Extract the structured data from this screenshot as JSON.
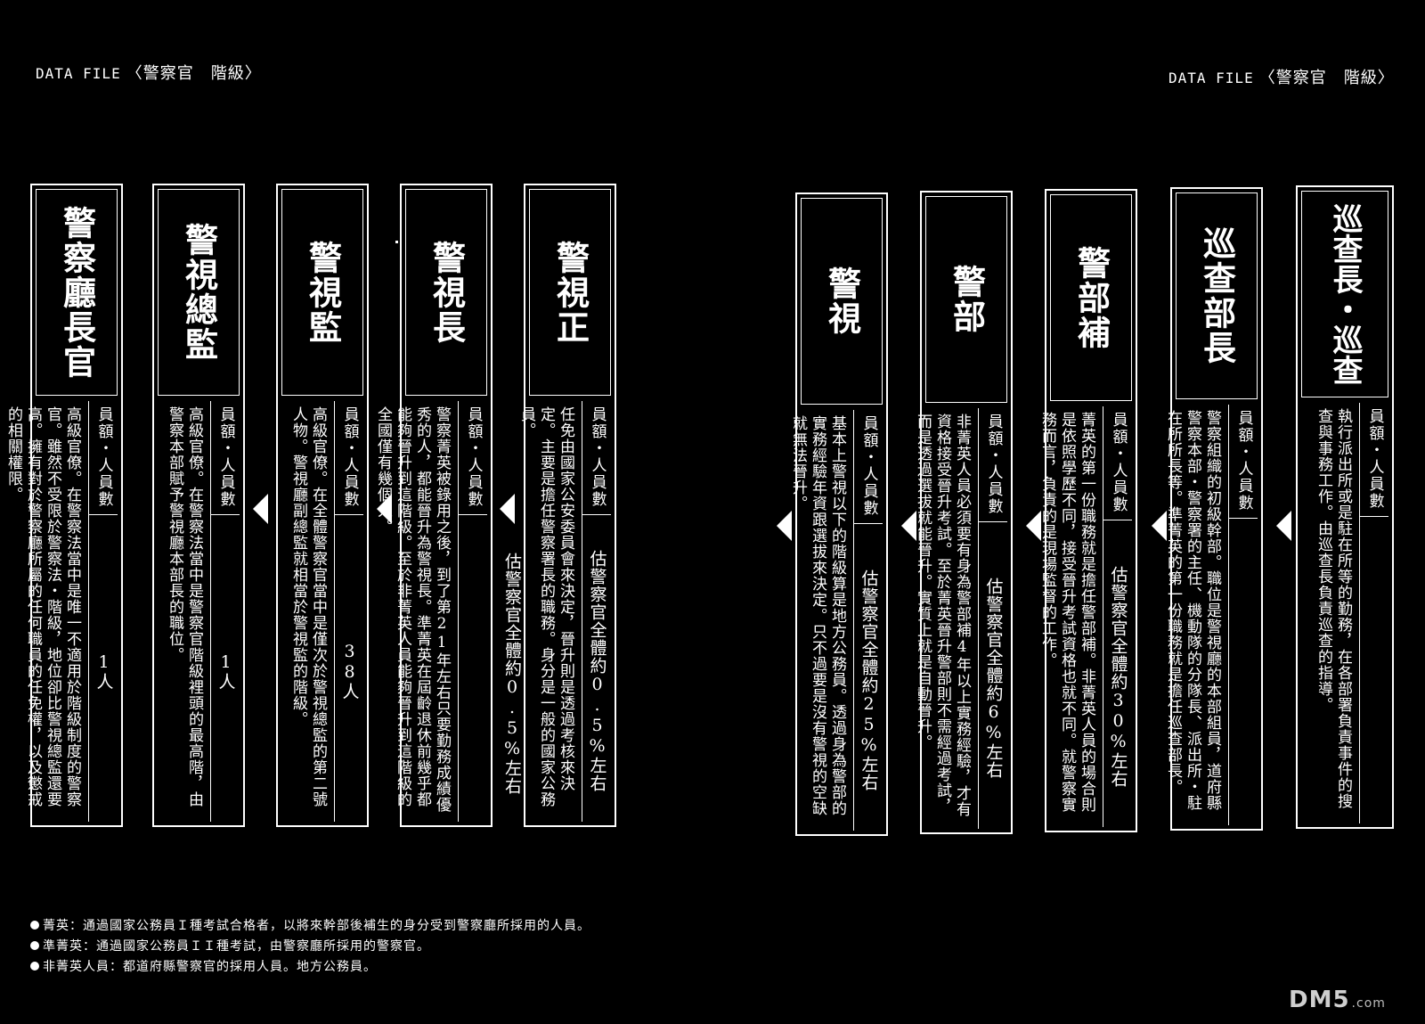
{
  "header": {
    "left": {
      "file_label": "DATA FILE",
      "title": "〈警察官　階級〉"
    },
    "right": {
      "file_label": "DATA FILE",
      "title": "〈警察官　階級〉"
    }
  },
  "info_label": "員額・人員數",
  "cards": [
    {
      "title": "警察廳長官",
      "count": "1人",
      "desc": "高級官僚。在警察法當中是唯一不適用於階級制度的警察官。雖然不受限於警察法・階級，地位卻比警視總監還要高。擁有對於警察廳所屬的任何職員的任免權，以及懲戒的相關權限。"
    },
    {
      "title": "警視總監",
      "count": "1人",
      "desc": "高級官僚。在警察法當中是警察官階級裡頭的最高階，由警察本部賦予警視廳本部長的職位。"
    },
    {
      "title": "警視監",
      "count": "38人",
      "desc": "高級官僚。在全體警察官當中是僅次於警視總監的第二號人物。警視廳副總監就相當於警視監的階級。"
    },
    {
      "title": "警視長",
      "count": "",
      "desc": "警察菁英被錄用之後，到了第21年左右只要勤務成績優秀的人，都能晉升為警視長。準菁英在屆齡退休前幾乎都能夠晉升到這階級。至於非菁英人員能夠晉升到這階級的全國僅有幾個人。"
    },
    {
      "title": "警視正",
      "count": "估警察官全體約0.5%左右",
      "desc": "任免由國家公安委員會來決定，晉升則是透過考核來決定。主要是擔任警察署長的職務。身分是一般的國家公務員。"
    },
    {
      "title": "警視",
      "count": "估警察官全體約25%左右",
      "desc": "基本上警視以下的階級算是地方公務員。透過身為警部的實務經驗年資跟選拔來決定。只不過要是沒有警視的空缺就無法晉升。"
    },
    {
      "title": "警部",
      "count": "估警察官全體約6%左右",
      "desc": "非菁英人員必須要有身為警部補4年以上實務經驗，才有資格接受晉升考試。至於菁英晉升警部則不需經過考試，而是透過選拔就能晉升。實質上就是自動晉升。"
    },
    {
      "title": "警部補",
      "count": "估警察官全體約30%左右",
      "desc": "菁英的第一份職務就是擔任警部補。非菁英人員的場合則是依照學歷不同，接受晉升考試資格也就不同。就警察實務而言，負責的是現場監督的工作。"
    },
    {
      "title": "巡查部長",
      "count": "",
      "desc": "警察組織的初級幹部。職位是警視廳的本部組員，道府縣警察本部・警察署的主任、機動隊的分隊長、派出所・駐在所所長等。準菁英的第一份職務就是擔任巡查部長。"
    },
    {
      "title": "巡查長・巡查",
      "count": "",
      "desc": "執行派出所或是駐在所等的勤務，在各部署負責事件的搜查與事務工作。由巡查長負責巡查的指導。"
    }
  ],
  "mid_count": "估警察官全體約0.5%左右",
  "footnotes": [
    "菁英：通過國家公務員Ｉ種考試合格者，以將來幹部後補生的身分受到警察廳所採用的人員。",
    "準菁英：通過國家公務員ＩＩ種考試，由警察廳所採用的警察官。",
    "非菁英人員：都道府縣警察官的採用人員。地方公務員。"
  ],
  "watermark": {
    "main": "DM5",
    "sub": ".com"
  }
}
